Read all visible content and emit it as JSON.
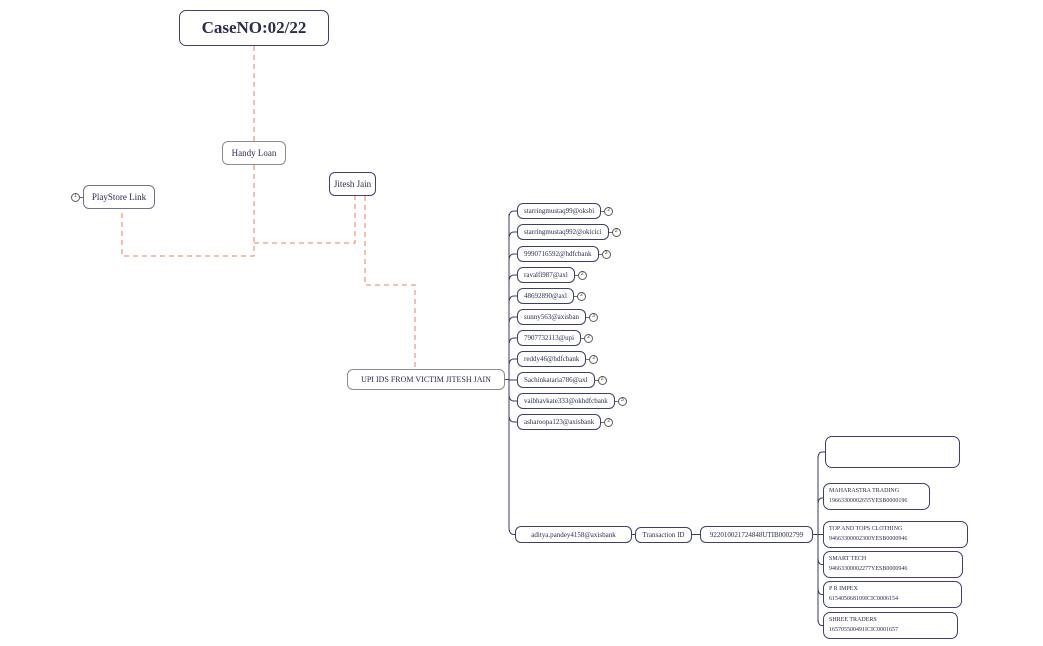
{
  "diagram": {
    "case_title": "CaseNO:02/22",
    "nodes": {
      "handy_loan": "Handy Loan",
      "playstore": {
        "label": "PlayStore Link",
        "badge": "1"
      },
      "jitesh": "Jitesh Jain",
      "upi_header": "UPI IDS FROM VICTIM JITESH JAIN",
      "aditya": "aditya.pandey4158@axisbank",
      "transaction_label": "Transaction ID",
      "transaction_id": "922010021724848UTIB0002799"
    },
    "upi_ids": [
      {
        "label": "starringmustaq99@oksbi",
        "badge": "2"
      },
      {
        "label": "starringmustaq992@okicici",
        "badge": "2"
      },
      {
        "label": "9990716592@hdfcbank",
        "badge": "3"
      },
      {
        "label": "ravalfi987@axl",
        "badge": "2"
      },
      {
        "label": "48692890@axl",
        "badge": "2"
      },
      {
        "label": "sunny563@axisban",
        "badge": "3"
      },
      {
        "label": "7907732113@upi",
        "badge": "2"
      },
      {
        "label": "reddy46@hdfcbank",
        "badge": "2"
      },
      {
        "label": "Sachinkataria786@axl",
        "badge": "2"
      },
      {
        "label": "vaibhavkate333@okhdfcbank",
        "badge": "3"
      },
      {
        "label": "asharoopa123@axisbank",
        "badge": "2"
      }
    ],
    "accounts": [
      {
        "name": "",
        "number": ""
      },
      {
        "name": "MAHARASTRA TRADING",
        "number": "19663300002655YESB0000196"
      },
      {
        "name": "TOP AND TOPS CLOTHING",
        "number": "94663300002300YESB0000946"
      },
      {
        "name": "SMART TECH",
        "number": "94663300002277YESB0000946"
      },
      {
        "name": "P R IMPEX",
        "number": "615405068109ICIC0006154"
      },
      {
        "name": "SHREE TRADERS",
        "number": "165705500491ICIC0001657"
      }
    ],
    "colors": {
      "relationship_line": "#f09a82",
      "tree_line": "#3a3a64",
      "node_border": "#40406e",
      "text": "#2b2b52"
    }
  }
}
